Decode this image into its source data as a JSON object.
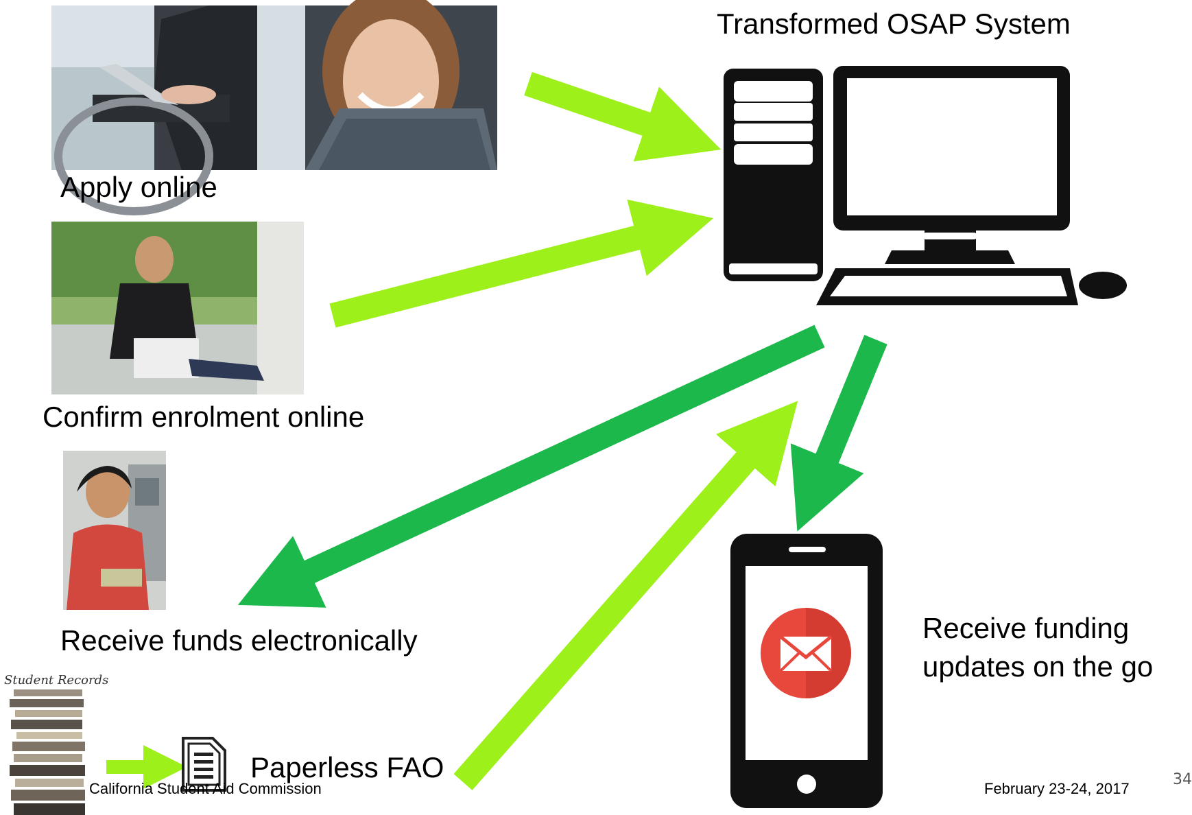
{
  "title": "Transformed OSAP System",
  "steps": {
    "apply": "Apply online",
    "confirm": "Confirm enrolment online",
    "funds": "Receive funds electronically",
    "paperless": "Paperless FAO",
    "updates_line1": "Receive funding",
    "updates_line2": "updates on the go"
  },
  "records_caption": "Student Records",
  "footer": {
    "org": "California Student Aid Commission",
    "date": "February 23-24, 2017",
    "page": "34"
  },
  "colors": {
    "lime_arrow": "#9EF01A",
    "green_arrow": "#1CB84C",
    "mail_badge": "#E8473C",
    "device": "#111111"
  },
  "icons": [
    "computer-icon",
    "smartphone-icon",
    "mail-icon",
    "document-icon"
  ]
}
